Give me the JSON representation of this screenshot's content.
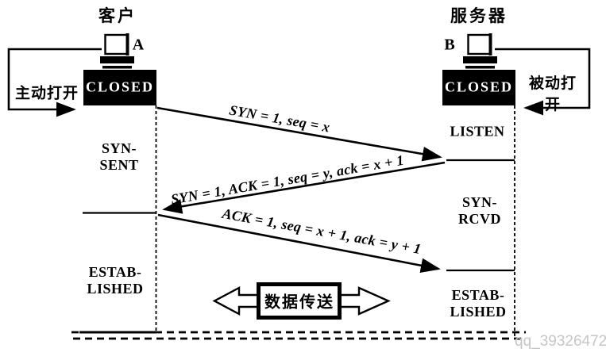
{
  "page": {
    "background_color": "#ffffff",
    "ink_color": "#000000",
    "watermark_color": "#c6c6c6"
  },
  "client": {
    "title": "客户",
    "host_label": "A",
    "open_label": "主动打开",
    "computer_icon": "computer-icon",
    "states": {
      "closed": "CLOSED",
      "syn_sent": "SYN-\nSENT",
      "established": "ESTAB-\nLISHED"
    }
  },
  "server": {
    "title": "服务器",
    "host_label": "B",
    "open_label": "被动打开",
    "computer_icon": "computer-icon",
    "states": {
      "closed": "CLOSED",
      "listen": "LISTEN",
      "syn_rcvd": "SYN-\nRCVD",
      "established": "ESTAB-\nLISHED"
    }
  },
  "messages": [
    {
      "id": "syn",
      "from": "client",
      "to": "server",
      "label": "SYN = 1, seq = x"
    },
    {
      "id": "syn-ack",
      "from": "server",
      "to": "client",
      "label": "SYN = 1, ACK = 1, seq = y, ack = x + 1"
    },
    {
      "id": "ack",
      "from": "client",
      "to": "server",
      "label": "ACK = 1, seq = x + 1, ack = y + 1"
    }
  ],
  "data_transfer": {
    "label": "数据传送"
  },
  "watermark": {
    "text": "qq_39326472"
  }
}
